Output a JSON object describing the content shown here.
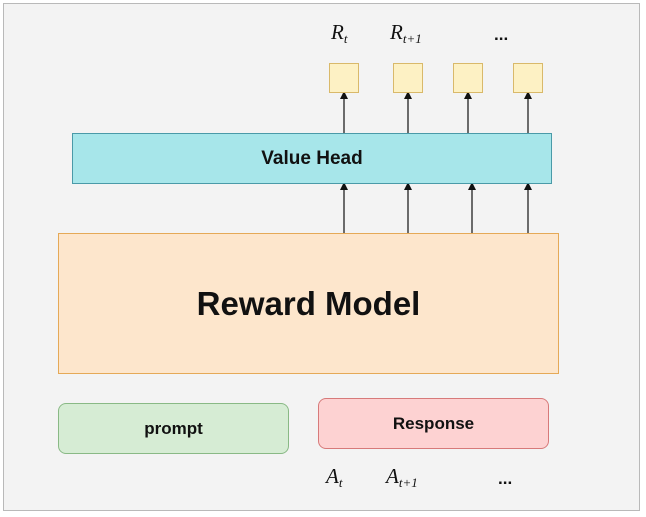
{
  "value_head": {
    "label": "Value Head"
  },
  "reward_model": {
    "label": "Reward Model"
  },
  "prompt": {
    "label": "prompt"
  },
  "response": {
    "label": "Response"
  },
  "reward_labels": [
    {
      "base": "R",
      "sub": "t"
    },
    {
      "base": "R",
      "sub": "t+1"
    }
  ],
  "reward_ellipsis": "...",
  "action_labels": [
    {
      "base": "A",
      "sub": "t"
    },
    {
      "base": "A",
      "sub": "t+1"
    }
  ],
  "action_ellipsis": "...",
  "colors": {
    "value_head_fill": "#a7e6ea",
    "reward_model_fill": "#fde6cc",
    "prompt_fill": "#d6ecd4",
    "response_fill": "#fdd2d2",
    "reward_box_fill": "#fdf1c4"
  }
}
